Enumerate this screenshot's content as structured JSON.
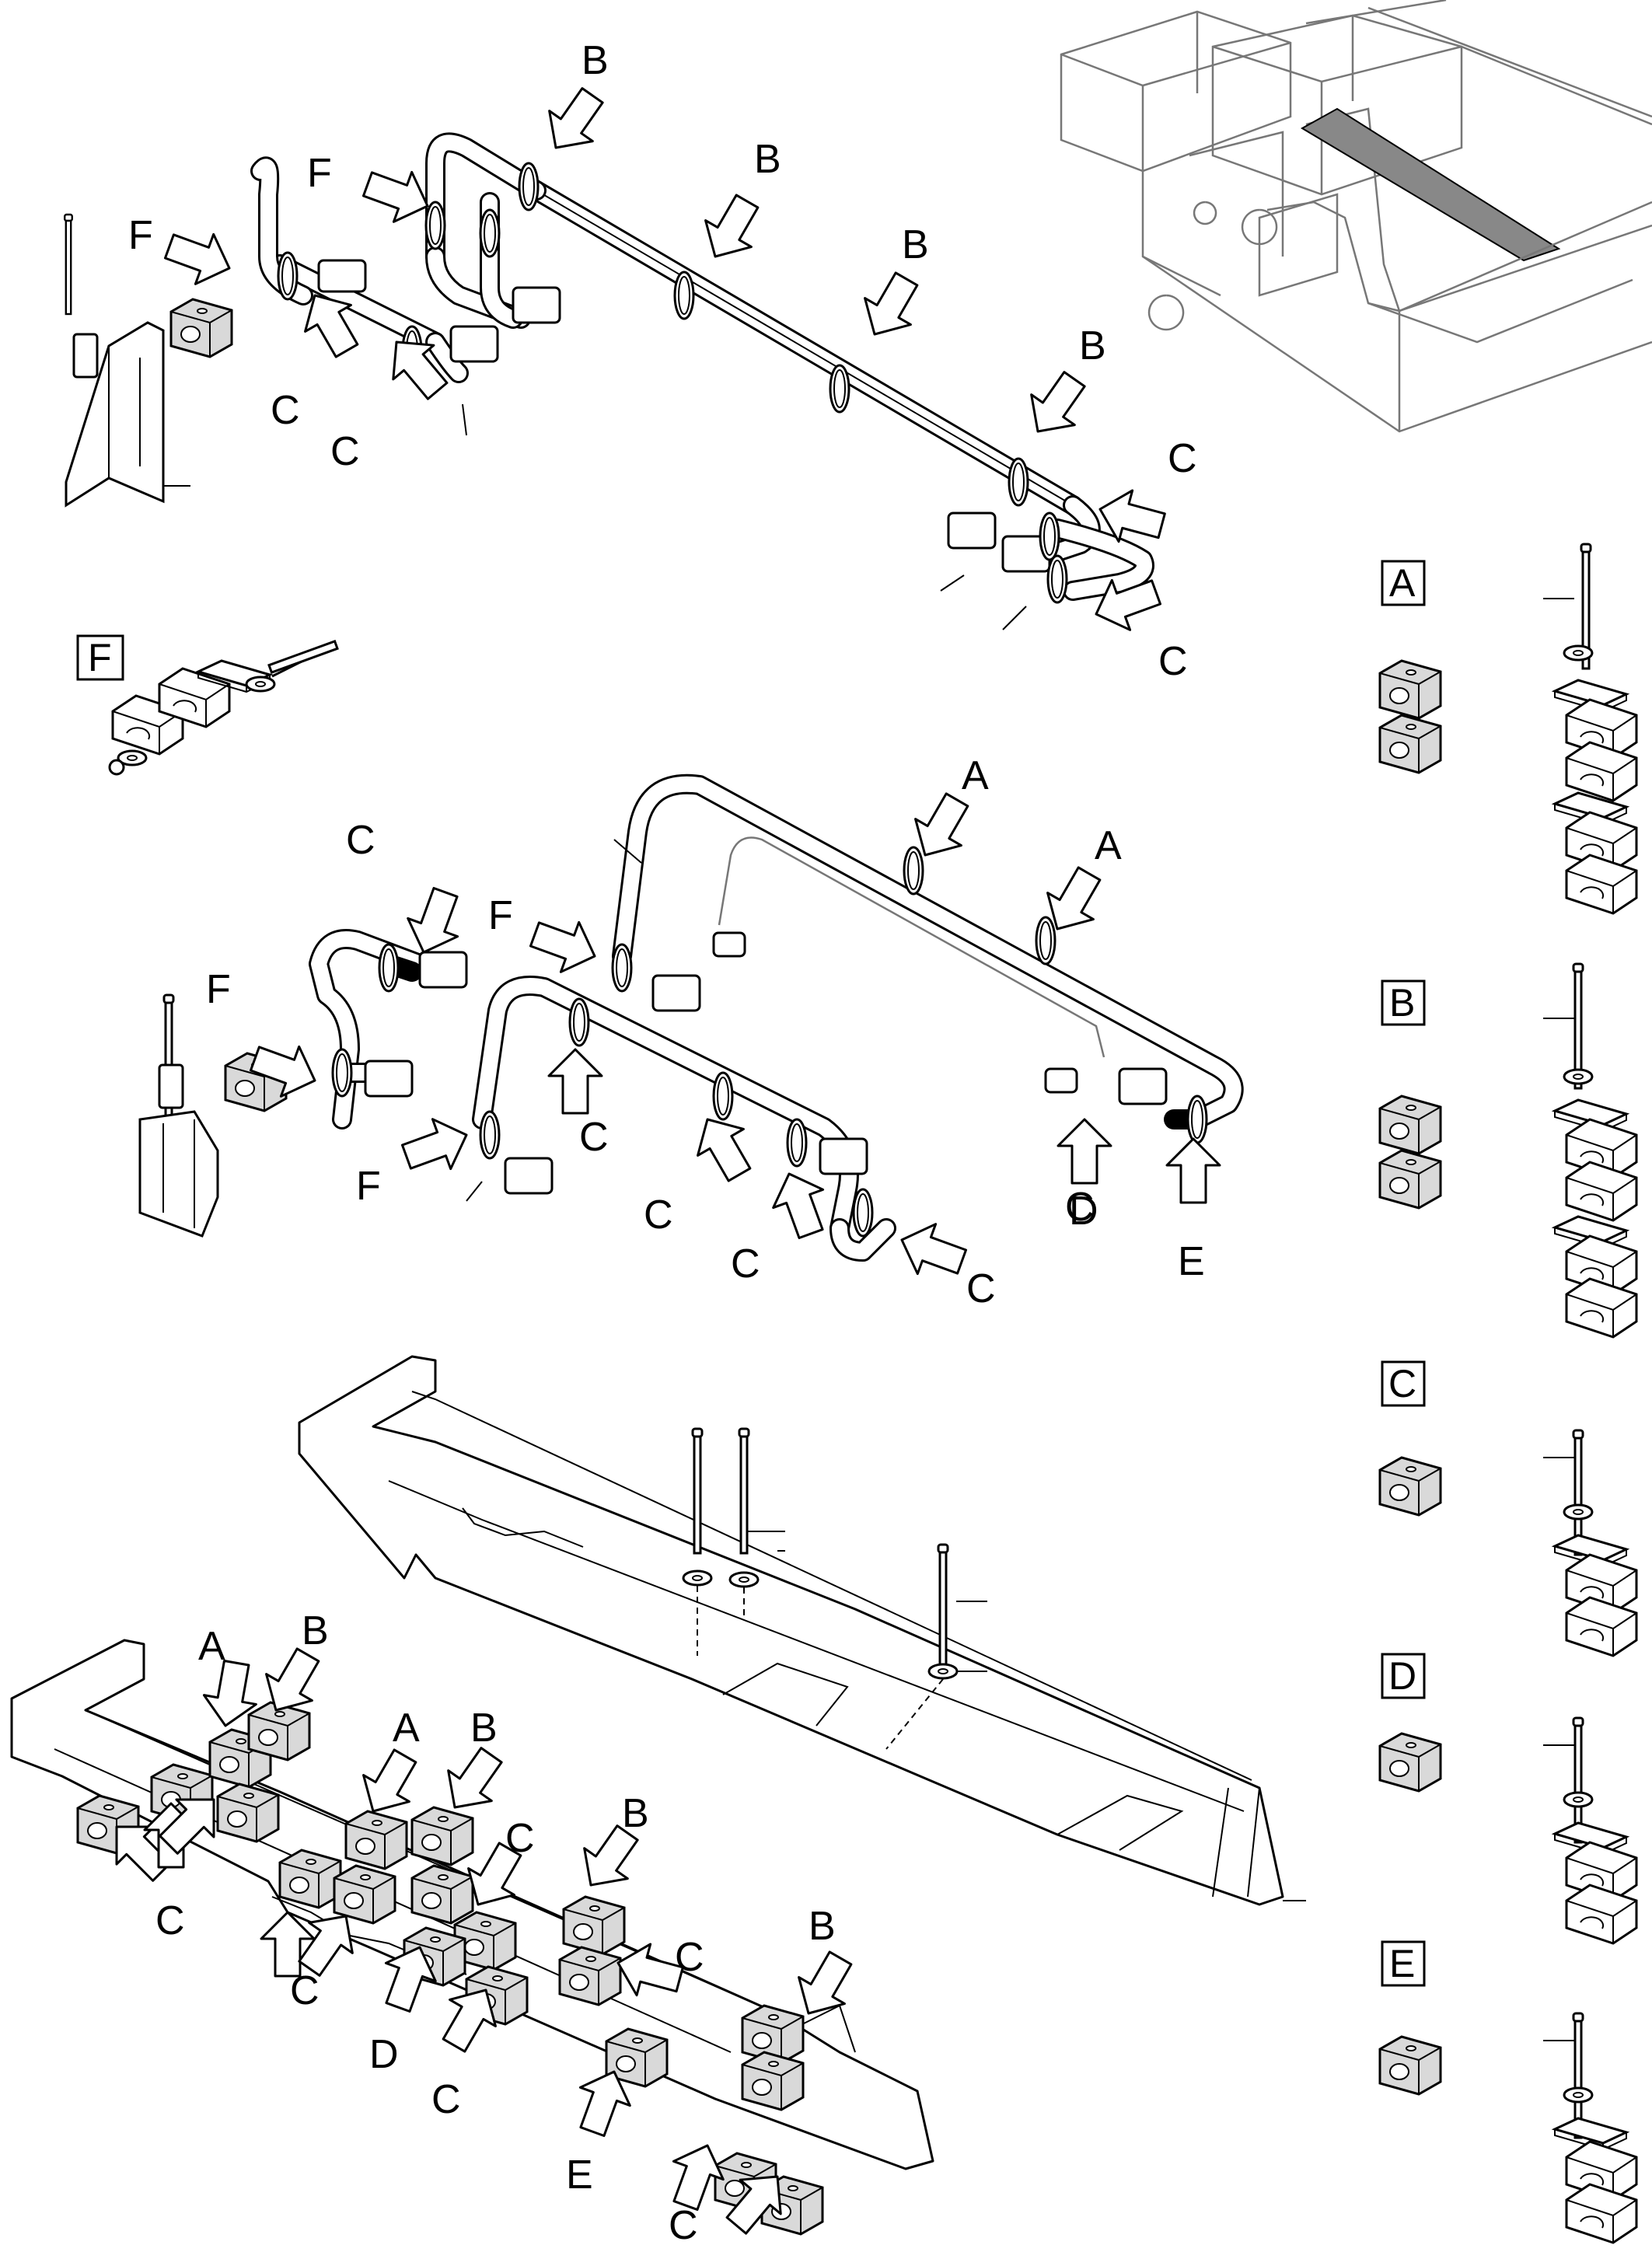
{
  "callouts": {
    "top": [
      "B",
      "F",
      "F",
      "B",
      "B",
      "B",
      "C",
      "C",
      "C",
      "C"
    ],
    "middle": [
      "A",
      "A",
      "C",
      "F",
      "F",
      "F",
      "C",
      "C",
      "C",
      "C",
      "C",
      "D",
      "E"
    ],
    "bottom": [
      "A",
      "B",
      "A",
      "B",
      "C",
      "B",
      "C",
      "C",
      "C",
      "D",
      "C",
      "B",
      "E",
      "C"
    ]
  },
  "legend": {
    "boxes": [
      "A",
      "B",
      "C",
      "D",
      "E"
    ],
    "inset_box": "F"
  },
  "icons": [
    "arrow-icon",
    "bolt-icon",
    "washer-icon",
    "clamp-block-icon",
    "bracket-icon"
  ]
}
